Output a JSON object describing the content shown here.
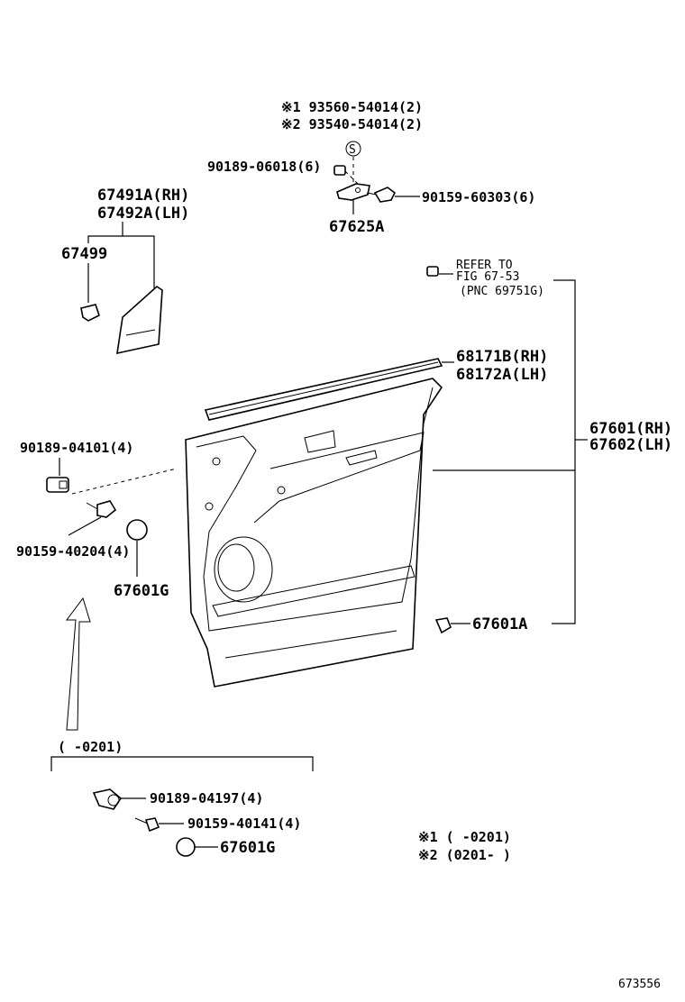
{
  "labels": {
    "star1_upper": "※1 93560-54014(2)",
    "star2_upper": "※2 93540-54014(2)",
    "clip_90189_06018": "90189-06018(6)",
    "screw_90159_60303": "90159-60303(6)",
    "bracket_67625A": "67625A",
    "p67491A": "67491A(RH)",
    "p67492A": "67492A(LH)",
    "p67499": "67499",
    "refer_line1": "REFER TO",
    "refer_line2": "FIG 67-53",
    "refer_line3": "(PNC 69751G)",
    "p68171B": "68171B(RH)",
    "p68172A": "68172A(LH)",
    "p67601": "67601(RH)",
    "p67602": "67602(LH)",
    "p90189_04101": "90189-04101(4)",
    "p90159_40204": "90159-40204(4)",
    "p67601G_upper": "67601G",
    "p67601A": "67601A",
    "range_0201": "(      -0201)",
    "p90189_04197": "90189-04197(4)",
    "p90159_40141": "90159-40141(4)",
    "p67601G_lower": "67601G",
    "note1": "※1 (      -0201)",
    "note2": "※2 (0201-      )",
    "diagram_id": "673556",
    "s_mark": "S"
  }
}
